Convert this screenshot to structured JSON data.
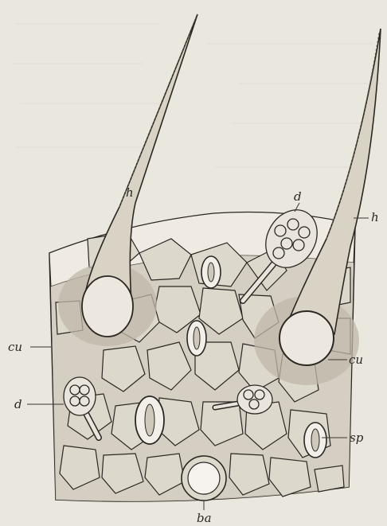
{
  "figure": {
    "labels": {
      "hair_left": "h",
      "hair_right": "h",
      "gland_top": "d",
      "gland_left": "d",
      "cuticle_left": "cu",
      "cuticle_right": "cu",
      "stoma": "sp",
      "hair_base_scar": "ba"
    }
  },
  "colors": {
    "paper": "#ebe8e0",
    "ink": "#2b2722",
    "tissue_shade": "#cbc5b8",
    "tissue_light": "#e3ded3"
  }
}
